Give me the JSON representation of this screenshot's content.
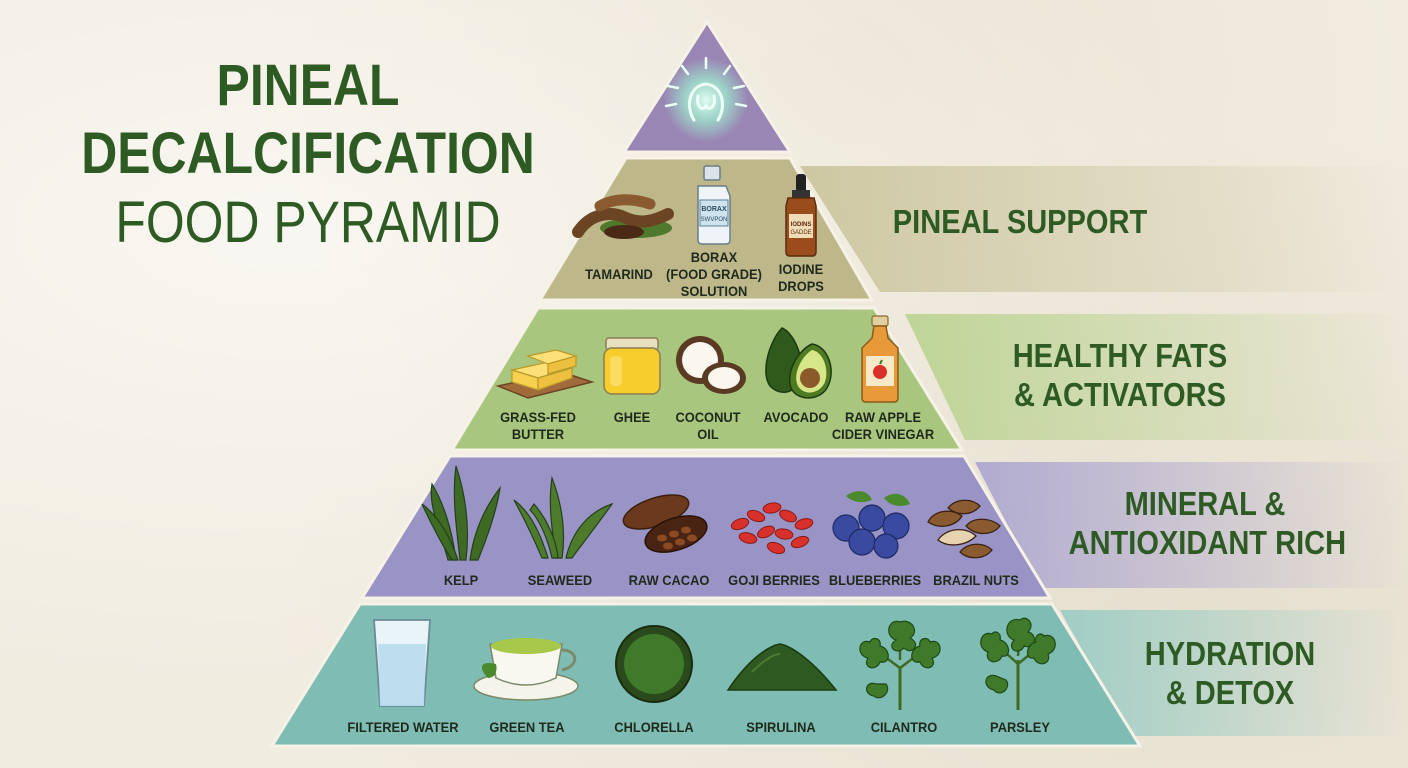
{
  "title": {
    "line1": "PINEAL",
    "line2": "DECALCIFICATION",
    "line3": "FOOD PYRAMID"
  },
  "colors": {
    "title_green": "#2e5b24",
    "tier_top": "#9a86b4",
    "tier_support": "#bdb78a",
    "tier_fats": "#a9c67e",
    "tier_mineral": "#9a93c6",
    "tier_hydration": "#7fbcb4"
  },
  "tiers": {
    "top": {
      "icon": "glowing-pineal-icon"
    },
    "support": {
      "label": "PINEAL SUPPORT",
      "items": [
        {
          "icon": "tamarind-icon",
          "lines": [
            "TAMARIND"
          ]
        },
        {
          "icon": "borax-bottle-icon",
          "lines": [
            "BORAX",
            "(FOOD GRADE)",
            "SOLUTION"
          ],
          "bottle_text": [
            "BORAX",
            "SWVPON"
          ]
        },
        {
          "icon": "iodine-dropper-icon",
          "lines": [
            "IODINE",
            "DROPS"
          ],
          "bottle_text": [
            "IODINS",
            "GADDE"
          ]
        }
      ]
    },
    "fats": {
      "label_lines": [
        "HEALTHY FATS",
        "& ACTIVATORS"
      ],
      "items": [
        {
          "icon": "butter-icon",
          "lines": [
            "GRASS-FED",
            "BUTTER"
          ]
        },
        {
          "icon": "ghee-jar-icon",
          "lines": [
            "GHEE"
          ]
        },
        {
          "icon": "coconut-icon",
          "lines": [
            "COCONUT",
            "OIL"
          ]
        },
        {
          "icon": "avocado-icon",
          "lines": [
            "AVOCADO"
          ]
        },
        {
          "icon": "vinegar-bottle-icon",
          "lines": [
            "RAW APPLE",
            "CIDER VINEGAR"
          ]
        }
      ]
    },
    "mineral": {
      "label_lines": [
        "MINERAL &",
        "ANTIOXIDANT RICH"
      ],
      "items": [
        {
          "icon": "kelp-icon",
          "lines": [
            "KELP"
          ]
        },
        {
          "icon": "seaweed-icon",
          "lines": [
            "SEAWEED"
          ]
        },
        {
          "icon": "cacao-pod-icon",
          "lines": [
            "RAW CACAO"
          ]
        },
        {
          "icon": "goji-berries-icon",
          "lines": [
            "GOJI BERRIES"
          ]
        },
        {
          "icon": "blueberries-icon",
          "lines": [
            "BLUEBERRIES"
          ]
        },
        {
          "icon": "brazil-nuts-icon",
          "lines": [
            "BRAZIL NUTS"
          ]
        }
      ]
    },
    "hydration": {
      "label_lines": [
        "HYDRATION",
        "& DETOX"
      ],
      "items": [
        {
          "icon": "water-glass-icon",
          "lines": [
            "FILTERED WATER"
          ]
        },
        {
          "icon": "green-tea-cup-icon",
          "lines": [
            "GREEN TEA"
          ]
        },
        {
          "icon": "chlorella-bowl-icon",
          "lines": [
            "CHLORELLA"
          ]
        },
        {
          "icon": "spirulina-powder-icon",
          "lines": [
            "SPIRULINA"
          ]
        },
        {
          "icon": "cilantro-icon",
          "lines": [
            "CILANTRO"
          ]
        },
        {
          "icon": "parsley-icon",
          "lines": [
            "PARSLEY"
          ]
        }
      ]
    }
  }
}
